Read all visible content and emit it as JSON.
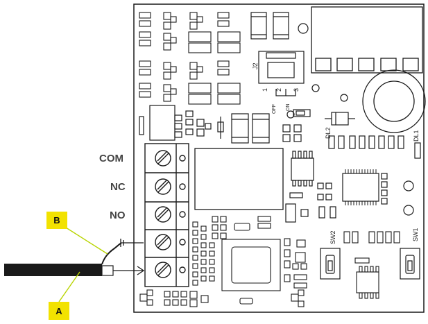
{
  "terminals": {
    "com": "COM",
    "nc": "NC",
    "no": "NO"
  },
  "jumper": {
    "name": "J2",
    "pin1": "1",
    "pin2": "2",
    "pin3": "3",
    "off": "OFF",
    "on": "ON"
  },
  "leds": {
    "dl1": "DL1",
    "dl2": "DL2"
  },
  "switches": {
    "sw1": "SW1",
    "sw2": "SW2"
  },
  "callouts": {
    "a": "A",
    "b": "B"
  },
  "colors": {
    "board": "#ffffff",
    "outline": "#1a1a1a",
    "callout": "#f2e200",
    "leader": "#b8d400",
    "cable": "#1a1a1a"
  }
}
